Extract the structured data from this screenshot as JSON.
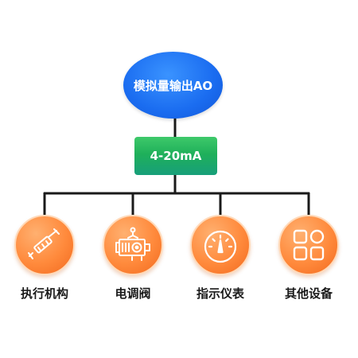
{
  "root": {
    "label": "模拟量输出AO"
  },
  "signal": {
    "label": "4-20mA"
  },
  "devices": [
    {
      "label": "执行机构",
      "icon": "actuator-icon"
    },
    {
      "label": "电调阀",
      "icon": "electric-valve-icon"
    },
    {
      "label": "指示仪表",
      "icon": "gauge-icon"
    },
    {
      "label": "其他设备",
      "icon": "grid-apps-icon"
    }
  ],
  "colors": {
    "root_blue": "#1a6cf0",
    "signal_green": "#1fb05a",
    "device_orange": "#ff8a3c",
    "line": "#1a1a1a"
  }
}
